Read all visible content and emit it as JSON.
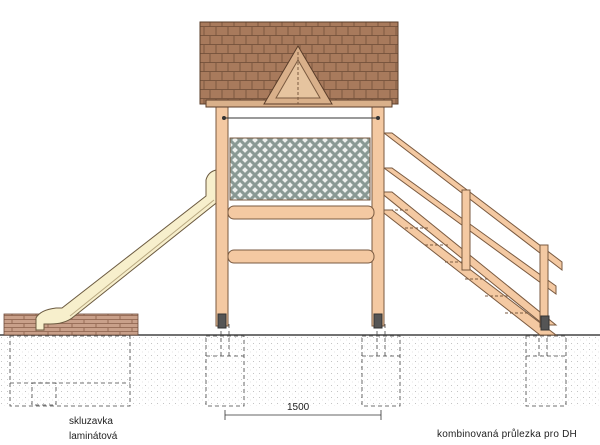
{
  "drawing": {
    "dimension": "1500",
    "slide_label_line1": "skluzavka",
    "slide_label_line2": "laminátová",
    "caption": "kombinovaná průlezka pro DH"
  },
  "colors": {
    "timber": "#f4c9a2",
    "timber_outline": "#7a5a40",
    "roof_shingle": "#a87a5c",
    "slide": "#f7efcc",
    "brick": "#c9a08a",
    "lattice": "#9aa8a4",
    "ground_dots": "#bbbbbb"
  }
}
